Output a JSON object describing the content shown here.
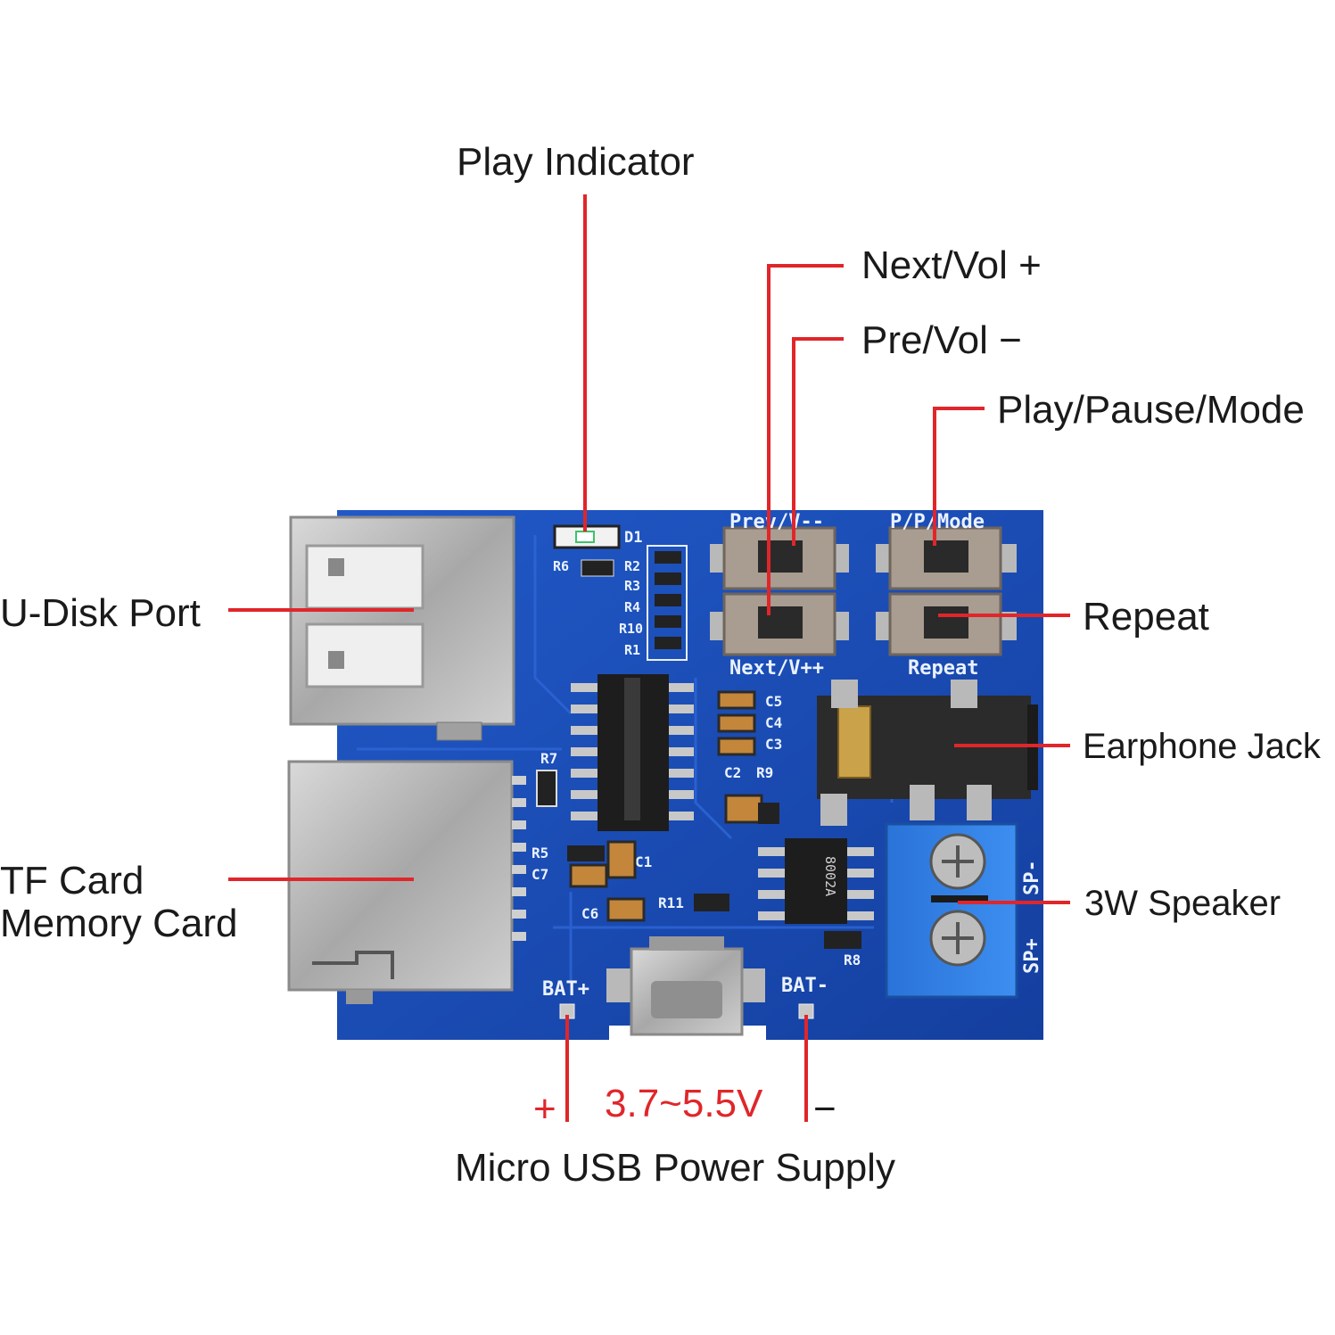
{
  "callouts": {
    "play_indicator": "Play Indicator",
    "next_vol": "Next/Vol +",
    "pre_vol": "Pre/Vol −",
    "play_pause_mode": "Play/Pause/Mode",
    "u_disk_port": "U-Disk Port",
    "repeat": "Repeat",
    "earphone_jack": "Earphone Jack",
    "tf_card_line1": "TF Card",
    "tf_card_line2": "Memory Card",
    "speaker": "3W Speaker",
    "voltage": "3.7~5.5V",
    "plus": "+",
    "minus": "−",
    "power_supply": "Micro USB Power Supply"
  },
  "silkscreen": {
    "prev": "Prev/V--",
    "pp_mode": "P/P/Mode",
    "next": "Next/V++",
    "repeat": "Repeat",
    "bat_plus": "BAT+",
    "bat_minus": "BAT-",
    "sp_minus": "SP-",
    "sp_plus": "SP+",
    "d1": "D1",
    "r6": "R6",
    "r2": "R2",
    "r3": "R3",
    "r4": "R4",
    "r10": "R10",
    "r1": "R1",
    "r7": "R7",
    "r5": "R5",
    "c7": "C7",
    "c1": "C1",
    "c6": "C6",
    "r11": "R11",
    "c5": "C5",
    "c4": "C4",
    "c3": "C3",
    "c2": "C2",
    "r9": "R9",
    "r8": "R8",
    "chip_marking": "8002A"
  },
  "colors": {
    "pcb_blue": "#1b4fb8",
    "leader_red": "#e0262a",
    "terminal_blue": "#2f7fe0",
    "metal": "#b9b9b9"
  }
}
